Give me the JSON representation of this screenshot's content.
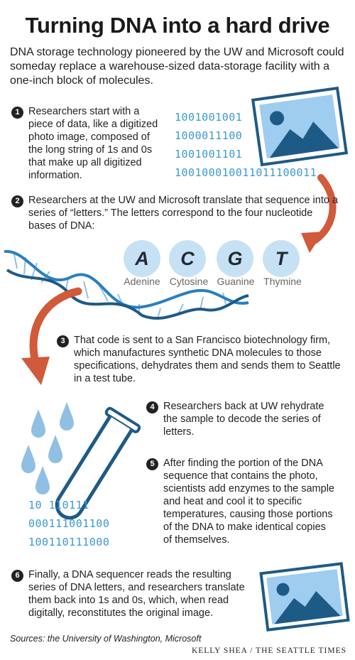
{
  "title": "Turning DNA into a hard drive",
  "subtitle": "DNA storage technology pioneered by the UW and Microsoft could someday replace a warehouse-sized data-storage facility with a one-inch block of molecules.",
  "steps": [
    {
      "number": "1",
      "text": "Researchers start with a piece of data, like a digitized photo image, composed of the long string of 1s and 0s that make up all digitized information."
    },
    {
      "number": "2",
      "text": "Researchers at the UW and Microsoft translate that sequence into a series of “letters.” The letters correspond to the four nucleotide bases of DNA:"
    },
    {
      "number": "3",
      "text": "That code is sent to a San Francisco biotechnology firm, which manufactures synthetic DNA molecules to those specifications, dehydrates them and sends them to Seattle in a test tube."
    },
    {
      "number": "4",
      "text": "Researchers back at UW rehydrate the sample to decode the series of letters."
    },
    {
      "number": "5",
      "text": "After finding the portion of the DNA sequence that contains the photo, scientists add enzymes to the sample and heat and cool it to specific temperatures, causing those portions of the DNA to make identical copies of themselves."
    },
    {
      "number": "6",
      "text": "Finally, a DNA sequencer reads the resulting series of DNA letters, and researchers translate them back into 1s and 0s, which, when read digitally, reconstitutes the original image."
    }
  ],
  "binary_top": [
    "1001001001",
    "1000011100",
    "1001001101",
    "100100010011011100011"
  ],
  "binary_bottom": [
    "10 110111",
    "000111001100",
    "100110111000"
  ],
  "bases": [
    {
      "letter": "A",
      "name": "Adenine"
    },
    {
      "letter": "C",
      "name": "Cytosine"
    },
    {
      "letter": "G",
      "name": "Guanine"
    },
    {
      "letter": "T",
      "name": "Thymine"
    }
  ],
  "sources": "Sources: the University of Washington, Microsoft",
  "credit": "KELLY SHEA / THE SEATTLE TIMES",
  "colors": {
    "accent_blue": "#3c99d2",
    "base_circle": "#c7e1f4",
    "arrow": "#d05a3a",
    "photo_sky": "#9ecdf0",
    "photo_dark": "#1e5a86"
  }
}
